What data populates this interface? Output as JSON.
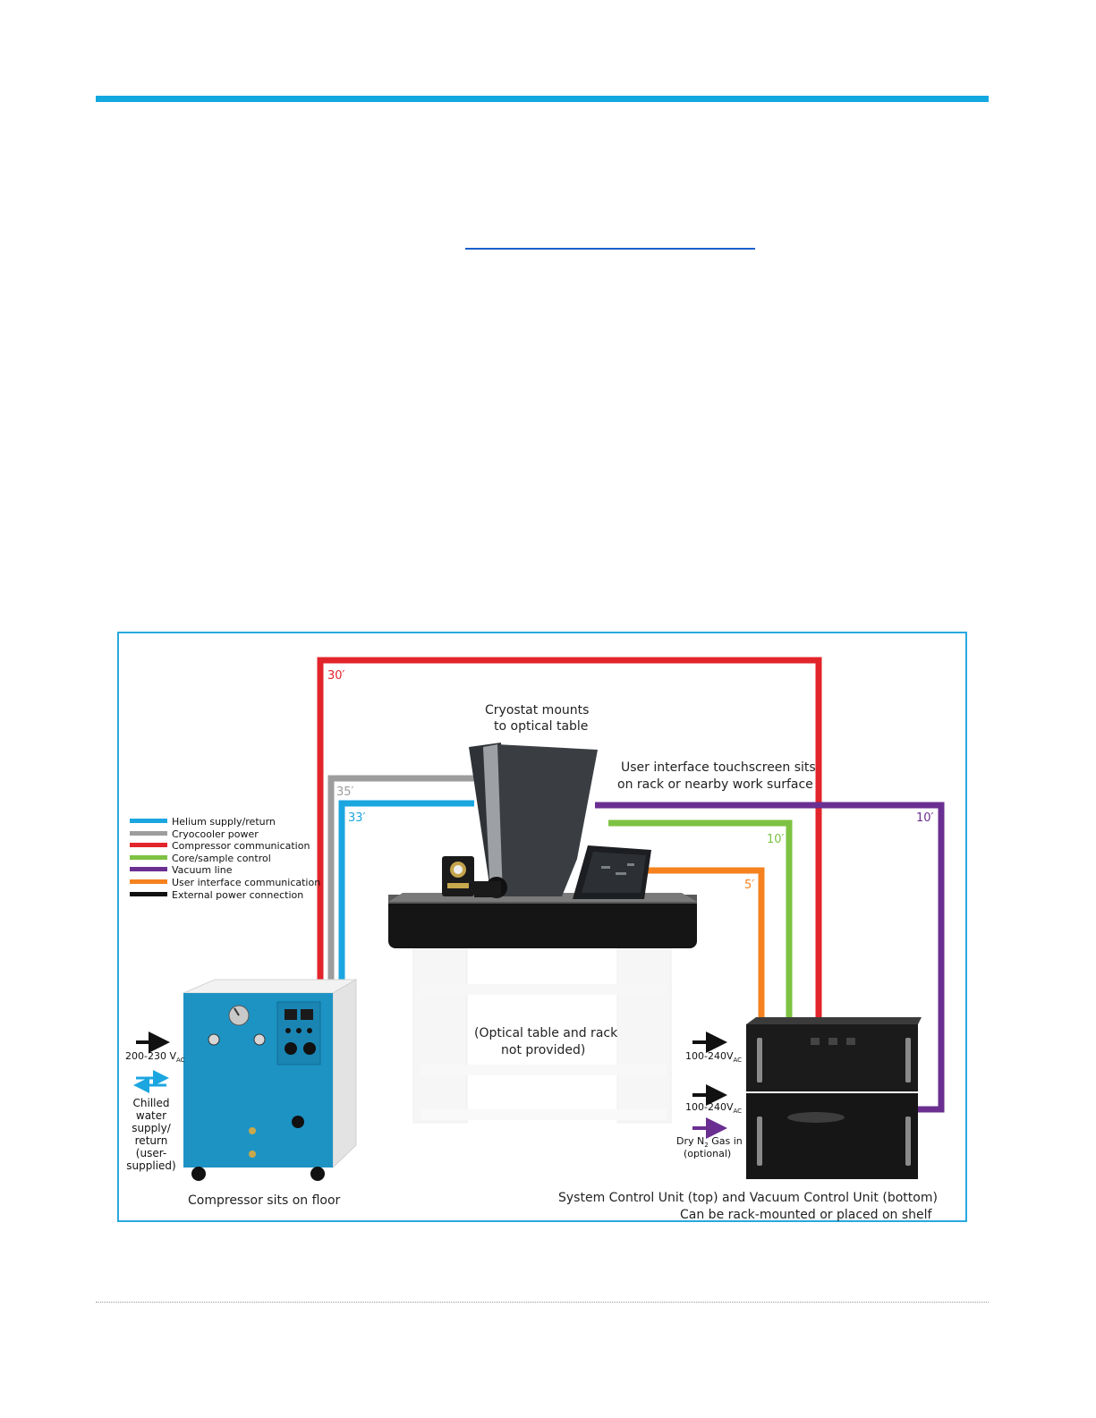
{
  "diagram": {
    "title_cryostat": [
      "Cryostat mounts",
      "to optical table"
    ],
    "title_touchscreen": [
      "User interface touchscreen sits",
      "on rack or nearby work surface"
    ],
    "optical_note": [
      "(Optical table and rack",
      "not provided)"
    ],
    "compressor_label": "Compressor sits on floor",
    "control_label": [
      "System Control Unit (top) and Vacuum Control Unit (bottom)",
      "Can be rack-mounted or placed on shelf"
    ],
    "lengths": {
      "red": "30′",
      "gray": "35′",
      "blue": "33′",
      "green": "10′",
      "orange": "5′",
      "purple": "10′"
    },
    "compressor_inputs": {
      "power": "200-230 V",
      "power_sub": "AC",
      "water": [
        "Chilled",
        "water",
        "supply/",
        "return",
        "(user-",
        "supplied)"
      ]
    },
    "control_inputs": {
      "power_top": "100-240V",
      "power_top_sub": "AC",
      "power_bottom": "100-240V",
      "power_bottom_sub": "AC",
      "gas_pre": "Dry N",
      "gas_sub": "2",
      "gas_post": " Gas in",
      "gas_note": "(optional)"
    },
    "legend": [
      {
        "label": "Helium supply/return",
        "color": "#1ba6e0"
      },
      {
        "label": "Cryocooler power",
        "color": "#9d9d9d"
      },
      {
        "label": "Compressor communication",
        "color": "#e2242b"
      },
      {
        "label": "Core/sample control",
        "color": "#7dc242"
      },
      {
        "label": "Vacuum line",
        "color": "#6a2f91"
      },
      {
        "label": "User interface communication",
        "color": "#f5821f"
      },
      {
        "label": "External power connection",
        "color": "#111111"
      }
    ]
  }
}
